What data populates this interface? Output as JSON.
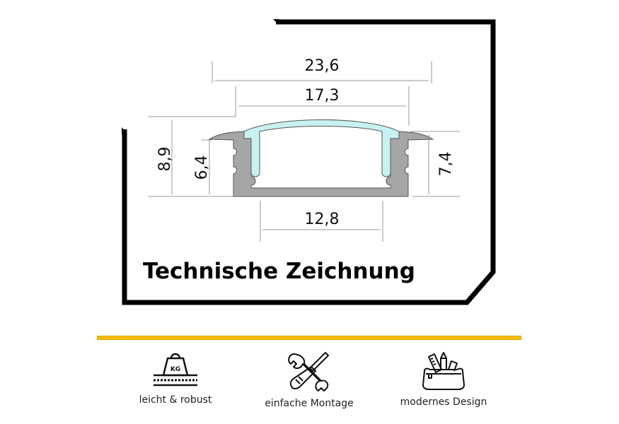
{
  "drawing": {
    "title": "Technische Zeichnung",
    "dimensions": {
      "overall_width": "23,6",
      "cover_width": "17,3",
      "inner_width": "12,8",
      "total_height": "8,9",
      "inner_height": "6,4",
      "profile_height": "7,4"
    },
    "colors": {
      "frame": "#000000",
      "profile": "#a6a6a6",
      "diffuser": "#c8f2f2",
      "dimension_lines": "#9a9a9a"
    }
  },
  "divider": {
    "color": "#f5bd00"
  },
  "features": [
    {
      "icon": "weight-kg-icon",
      "label": "leicht & robust"
    },
    {
      "icon": "wrench-screwdriver-icon",
      "label": "einfache Montage"
    },
    {
      "icon": "pencil-case-icon",
      "label": "modernes Design"
    }
  ]
}
